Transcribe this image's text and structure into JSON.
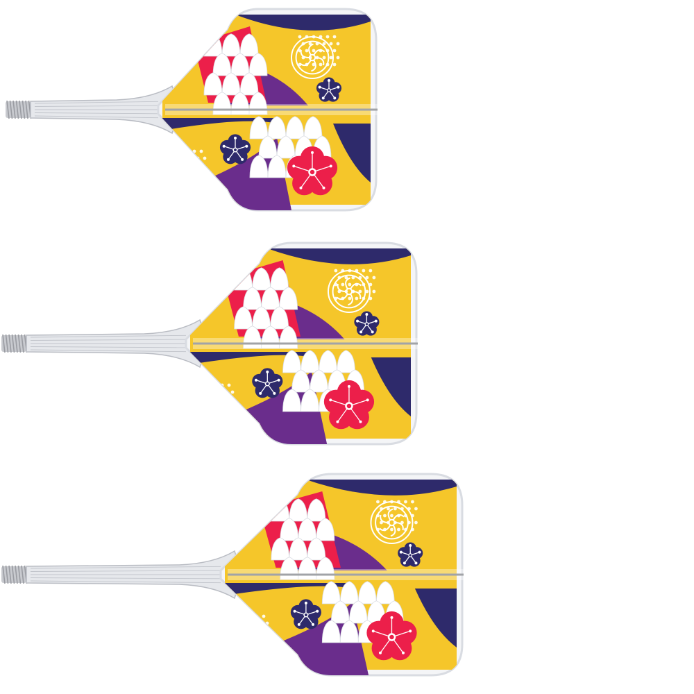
{
  "scene": {
    "background": "#ffffff",
    "palette": {
      "yellow": "#f5c62a",
      "purple": "#6a2d8c",
      "navy": "#2e2a6b",
      "red": "#ec1f4a",
      "white": "#ffffff",
      "shaft_clear": "#e6e8ec",
      "shaft_line": "#b9bcc3",
      "thread": "#9a9ca2",
      "flight_rim": "#d9dce2"
    },
    "darts": [
      {
        "name": "dart-short-shaft",
        "shaft_length": "short"
      },
      {
        "name": "dart-medium-shaft",
        "shaft_length": "medium"
      },
      {
        "name": "dart-long-shaft",
        "shaft_length": "long"
      }
    ]
  }
}
